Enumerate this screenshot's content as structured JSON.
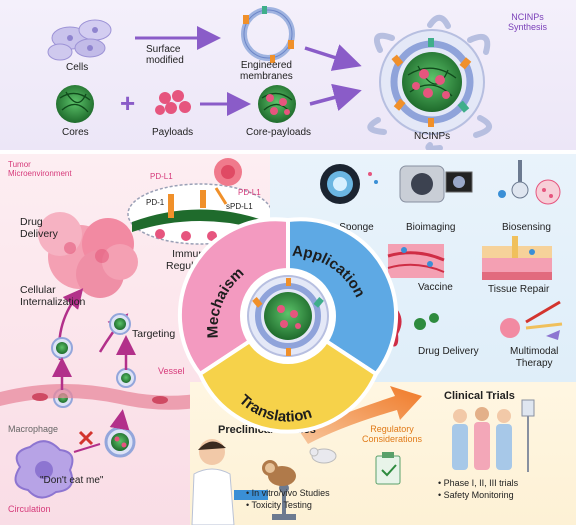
{
  "synthesis": {
    "title_line1": "NCINPs",
    "title_line2": "Synthesis",
    "cells": "Cells",
    "surface_line1": "Surface",
    "surface_line2": "modified",
    "engineered_line1": "Engineered",
    "engineered_line2": "membranes",
    "cores": "Cores",
    "payloads": "Payloads",
    "core_payloads": "Core-payloads",
    "ncinps": "NCINPs",
    "plus": "+"
  },
  "tumor": {
    "title_line1": "Tumor",
    "title_line2": "Microenvironment",
    "drug_line1": "Drug",
    "drug_line2": "Delivery",
    "cellular_line1": "Cellular",
    "cellular_line2": "Internalization",
    "targeting": "Targeting",
    "vessel": "Vessel",
    "macrophage": "Macrophage",
    "dont_eat": "\"Don't eat me\"",
    "circulation": "Circulation"
  },
  "immune": {
    "pdl1_a": "PD-L1",
    "pdl1_b": "PD-L1",
    "pd1": "PD-1",
    "spdl1": "sPD-L1",
    "reg_line1": "Immune",
    "reg_line2": "Regulation"
  },
  "wheel": {
    "mechanism": "Mechaism",
    "application": "Application",
    "translation": "Translation"
  },
  "apps": {
    "nanosponge": "Nano-Sponge",
    "bioimaging": "Bioimaging",
    "biosensing": "Biosensing",
    "vaccine": "Vaccine",
    "tissue_repair": "Tissue Repair",
    "drug_delivery": "Drug Delivery",
    "multimodal_line1": "Multimodal",
    "multimodal_line2": "Therapy"
  },
  "translation": {
    "preclinical": "Preclinical Studies",
    "bullet1": "• In vitro/vivo Studies",
    "bullet2": "• Toxicity Testing",
    "regulatory_line1": "Regulatory",
    "regulatory_line2": "Considerations",
    "clinical": "Clinical Trials",
    "bullet3": "• Phase I, II, III trials",
    "bullet4": "• Safety Monitoring"
  },
  "colors": {
    "purple_accent": "#7a3fb8",
    "pink_accent": "#d63a7a",
    "blue_accent": "#3a8fd6",
    "yellow_accent": "#f2c744",
    "core_green": "#2e8b3e",
    "payload_pink": "#e23d6e"
  }
}
